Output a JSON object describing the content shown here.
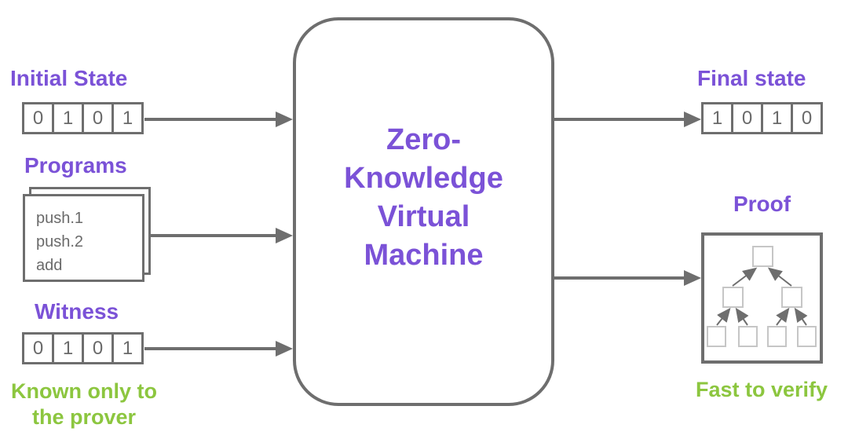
{
  "colors": {
    "purple": "#7b52d7",
    "green": "#8cc63f",
    "gray": "#6e6e6e",
    "text-gray": "#6a6a6a",
    "light-gray": "#c6c6c6"
  },
  "left": {
    "initial_state": {
      "label": "Initial State",
      "bits": [
        "0",
        "1",
        "0",
        "1"
      ]
    },
    "programs": {
      "label": "Programs",
      "lines": [
        "push.1",
        "push.2",
        "add"
      ]
    },
    "witness": {
      "label": "Witness",
      "bits": [
        "0",
        "1",
        "0",
        "1"
      ]
    },
    "note_lines": [
      "Known only to",
      "the prover"
    ]
  },
  "center": {
    "title_lines": [
      "Zero-",
      "Knowledge",
      "Virtual",
      "Machine"
    ]
  },
  "right": {
    "final_state": {
      "label": "Final state",
      "bits": [
        "1",
        "0",
        "1",
        "0"
      ]
    },
    "proof_label": "Proof",
    "note": "Fast to verify"
  }
}
